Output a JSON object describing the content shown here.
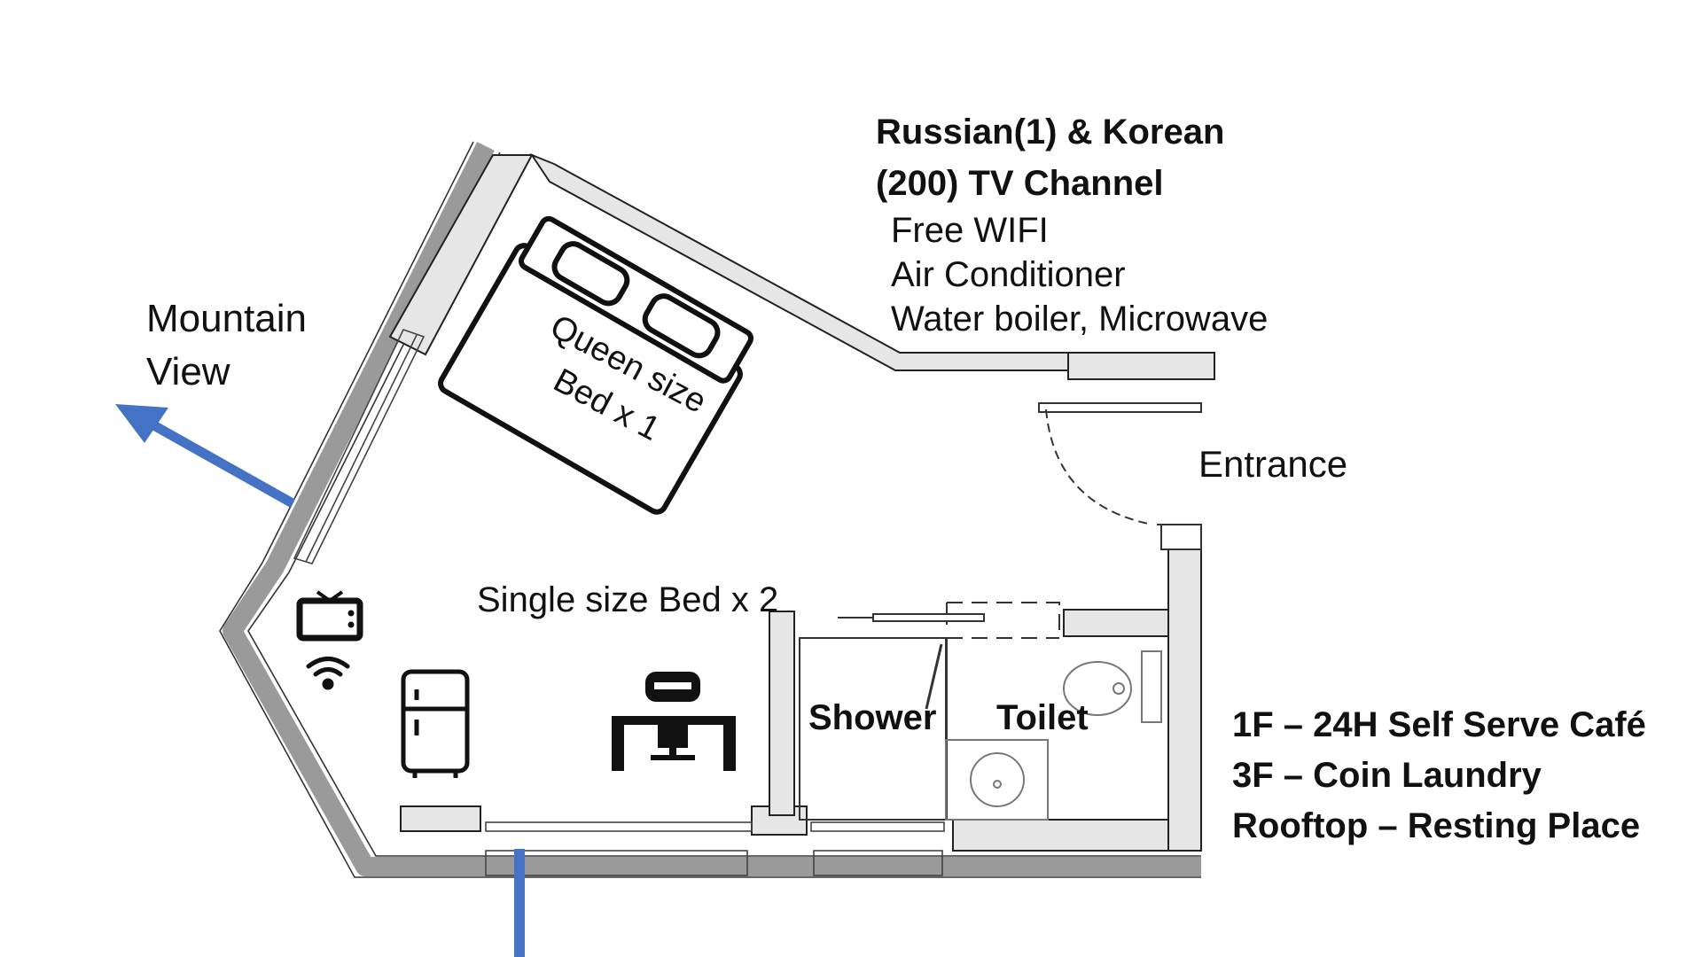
{
  "amenities": {
    "title_line1": "Russian(1) & Korean",
    "title_line2": "(200) TV Channel",
    "items": [
      "Free WIFI",
      "Air Conditioner",
      "Water boiler, Microwave"
    ]
  },
  "view": {
    "line1": "Mountain",
    "line2": "View"
  },
  "entrance": "Entrance",
  "queen_bed": {
    "line1": "Queen size",
    "line2": "Bed x  1"
  },
  "single_bed": "Single size Bed x 2",
  "bathroom": {
    "shower": "Shower",
    "toilet": "Toilet"
  },
  "floors": [
    "1F – 24H Self Serve Café",
    "3F – Coin Laundry",
    "Rooftop – Resting Place"
  ],
  "icons": [
    "tv-icon",
    "wifi-icon",
    "fridge-icon",
    "desk-icon",
    "toilet-icon",
    "sink-icon"
  ],
  "colors": {
    "arrow": "#4472c4",
    "wall": "#111111",
    "wall_fill": "#e6e6e6"
  }
}
